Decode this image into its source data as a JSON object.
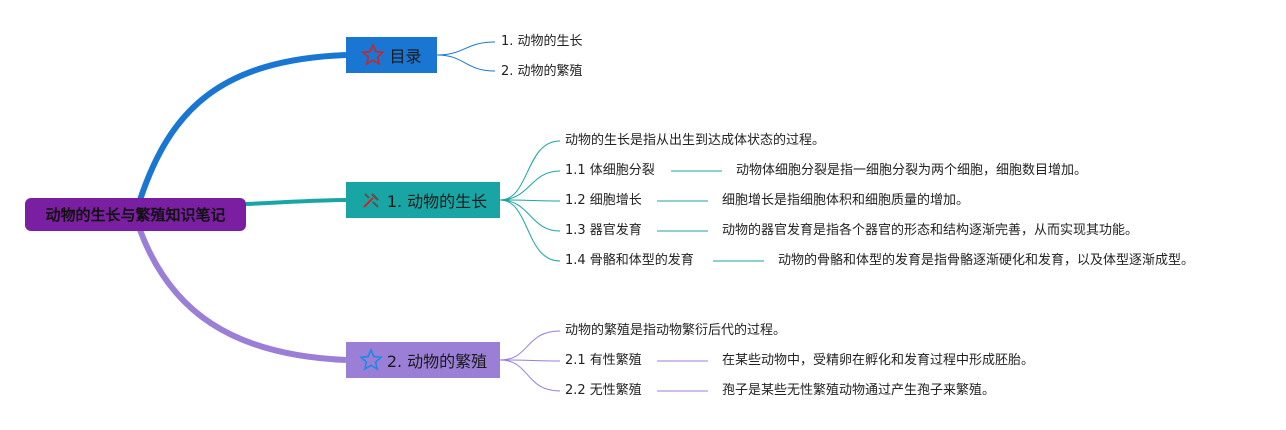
{
  "root": {
    "label": "动物的生长与繁殖知识笔记"
  },
  "branches": {
    "toc": {
      "label": "目录",
      "icon": "star-outline-icon",
      "color": "#1976d2",
      "items": [
        "1. 动物的生长",
        "2. 动物的繁殖"
      ]
    },
    "growth": {
      "label": "1. 动物的生长",
      "icon": "tools-icon",
      "color": "#1aa5a5",
      "intro": "动物的生长是指从出生到达成体状态的过程。",
      "items": [
        {
          "label": "1.1 体细胞分裂",
          "detail": "动物体细胞分裂是指一细胞分裂为两个细胞，细胞数目增加。"
        },
        {
          "label": "1.2 细胞增长",
          "detail": "细胞增长是指细胞体积和细胞质量的增加。"
        },
        {
          "label": "1.3 器官发育",
          "detail": "动物的器官发育是指各个器官的形态和结构逐渐完善，从而实现其功能。"
        },
        {
          "label": "1.4 骨骼和体型的发育",
          "detail": "动物的骨骼和体型的发育是指骨骼逐渐硬化和发育，以及体型逐渐成型。"
        }
      ]
    },
    "reproduction": {
      "label": "2. 动物的繁殖",
      "icon": "star-outline-icon",
      "color": "#9b7fd6",
      "intro": "动物的繁殖是指动物繁衍后代的过程。",
      "items": [
        {
          "label": "2.1 有性繁殖",
          "detail": "在某些动物中，受精卵在孵化和发育过程中形成胚胎。"
        },
        {
          "label": "2.2 无性繁殖",
          "detail": "孢子是某些无性繁殖动物通过产生孢子来繁殖。"
        }
      ]
    }
  }
}
